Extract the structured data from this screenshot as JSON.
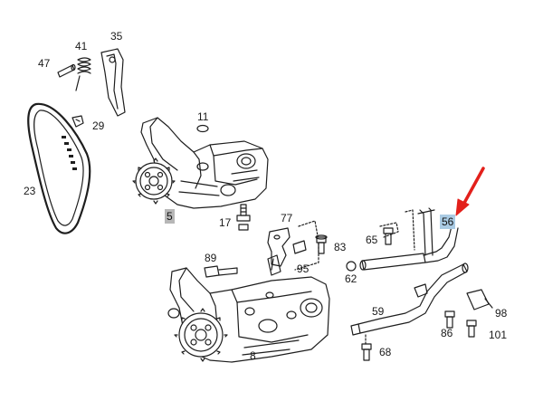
{
  "diagram": {
    "part_numbers": {
      "p47": "47",
      "p41": "41",
      "p35": "35",
      "p29": "29",
      "p11": "11",
      "p23": "23",
      "p5": "5",
      "p17": "17",
      "p77": "77",
      "p83": "83",
      "p89": "89",
      "p95": "95",
      "p62": "62",
      "p65": "65",
      "p56": "56",
      "p59": "59",
      "p98": "98",
      "p86": "86",
      "p101": "101",
      "p68": "68",
      "p8": "8"
    },
    "highlight": {
      "grey_box_part": "5",
      "blue_box_part": "56"
    },
    "colors": {
      "line": "#1e1e1e",
      "fill": "#ffffff",
      "grey_box": "#b7b7b7",
      "blue_box": "#aacbe4",
      "arrow": "#e3201b"
    },
    "icons": {
      "pointer_arrow": "red-arrow-icon"
    }
  }
}
